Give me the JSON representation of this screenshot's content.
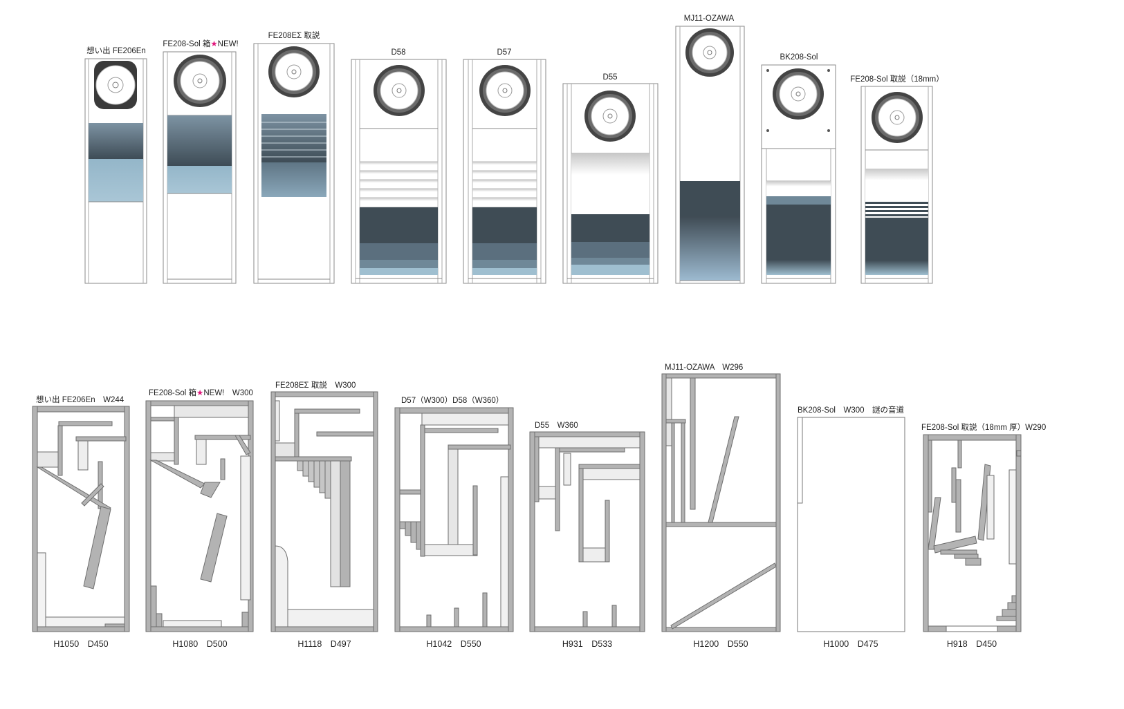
{
  "fronts": [
    {
      "id": "f1",
      "parts": [
        "想い出 FE206En"
      ]
    },
    {
      "id": "f2",
      "parts": [
        "FE208-Sol 箱",
        "★",
        "NEW!"
      ]
    },
    {
      "id": "f3",
      "parts": [
        "FE208EΣ 取説"
      ]
    },
    {
      "id": "f4",
      "parts": [
        "D58"
      ]
    },
    {
      "id": "f5",
      "parts": [
        "D57"
      ]
    },
    {
      "id": "f6",
      "parts": [
        "D55"
      ]
    },
    {
      "id": "f7",
      "parts": [
        "MJ11-OZAWA"
      ]
    },
    {
      "id": "f8",
      "parts": [
        "BK208-Sol"
      ]
    },
    {
      "id": "f9",
      "parts": [
        "FE208-Sol 取説（18mm）"
      ]
    }
  ],
  "sections": [
    {
      "id": "s1",
      "parts": [
        "想い出 FE206En　W244"
      ],
      "dims": "H1050　D450"
    },
    {
      "id": "s2",
      "parts": [
        "FE208-Sol 箱",
        "★",
        "NEW!　W300"
      ],
      "dims": "H1080　D500"
    },
    {
      "id": "s3",
      "parts": [
        "FE208EΣ 取説　W300"
      ],
      "dims": "H1118　D497"
    },
    {
      "id": "s4",
      "parts": [
        "D57（W300）D58（W360）"
      ],
      "dims": "H1042　D550"
    },
    {
      "id": "s5",
      "parts": [
        "D55　W360"
      ],
      "dims": "H931　D533"
    },
    {
      "id": "s6",
      "parts": [
        "MJ11-OZAWA　W296"
      ],
      "dims": "H1200　D550"
    },
    {
      "id": "s7",
      "parts": [
        "BK208-Sol　W300　謎の音道"
      ],
      "dims": "H1000　D475"
    },
    {
      "id": "s8",
      "parts": [
        "FE208-Sol 取説（18mm 厚）W290"
      ],
      "dims": "H918　D450"
    }
  ],
  "colors": {
    "panel_dark": "#3f4c55",
    "panel_mid": "#5e7688",
    "panel_light": "#9fbfd0",
    "board_gray": "#a9a9a9",
    "accent_star": "#e0197d"
  }
}
